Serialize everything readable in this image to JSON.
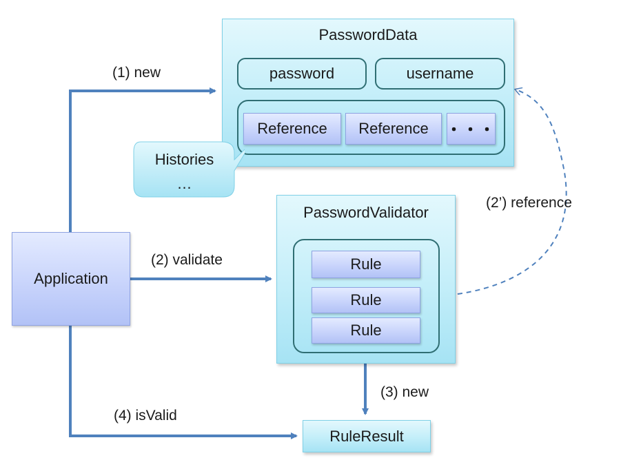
{
  "password_data": {
    "title": "PasswordData",
    "fields": [
      "password",
      "username"
    ],
    "references": [
      "Reference",
      "Reference",
      "・・・"
    ]
  },
  "histories_callout": {
    "line1": "Histories",
    "line2": "…"
  },
  "password_validator": {
    "title": "PasswordValidator",
    "rules": [
      "Rule",
      "Rule",
      "Rule"
    ]
  },
  "application": {
    "label": "Application"
  },
  "rule_result": {
    "label": "RuleResult"
  },
  "edges": {
    "new_1": "(1) new",
    "validate_2": "(2) validate",
    "reference_2p": "(2’) reference",
    "new_3": "(3) new",
    "isvalid_4": "(4) isValid"
  },
  "colors": {
    "arrow": "#4f81bd",
    "panel_fill": "#c3eef9",
    "chip_fill": "#c6d2fb",
    "frame_stroke": "#2f6e73"
  }
}
